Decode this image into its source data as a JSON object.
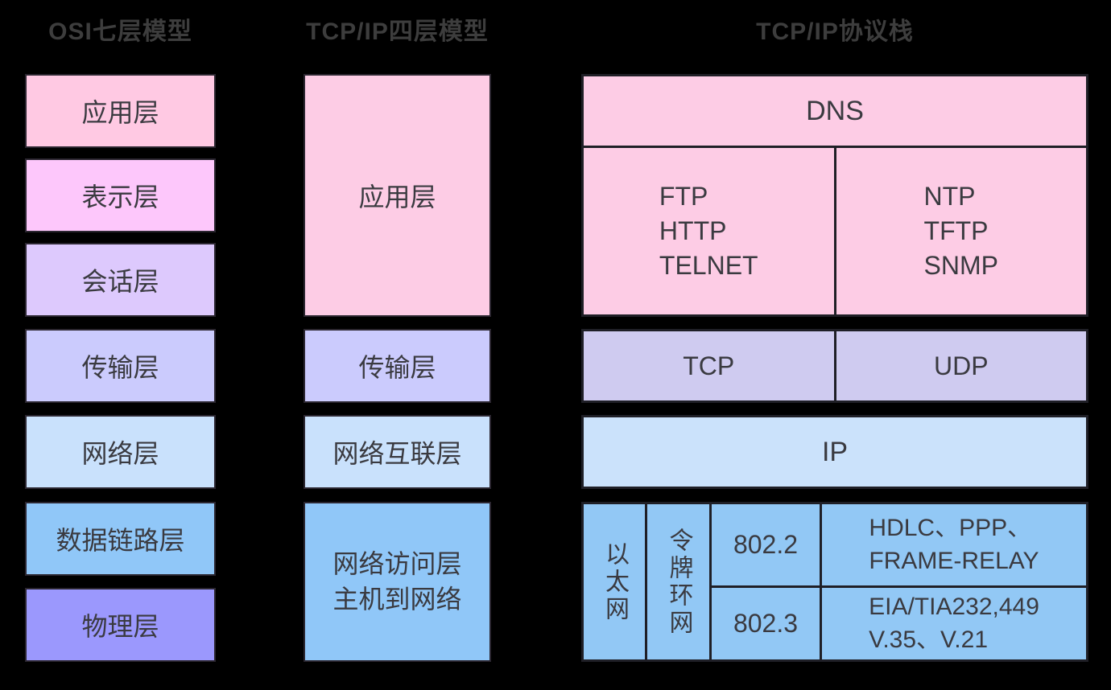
{
  "titles": {
    "osi": "OSI七层模型",
    "tcpip": "TCP/IP四层模型",
    "stack": "TCP/IP协议栈"
  },
  "colors": {
    "background": "#000000",
    "title_text": "#3d3d3d",
    "box_text": "#3a3a40",
    "divider": "#1f1f26"
  },
  "osi_layers": [
    {
      "label": "应用层",
      "color": "#ffc9e3"
    },
    {
      "label": "表示层",
      "color": "#fdc7fb"
    },
    {
      "label": "会话层",
      "color": "#ddc9fd"
    },
    {
      "label": "传输层",
      "color": "#cbcbfd"
    },
    {
      "label": "网络层",
      "color": "#c9e1fc"
    },
    {
      "label": "数据链路层",
      "color": "#90c7f8"
    },
    {
      "label": "物理层",
      "color": "#9b98fd"
    }
  ],
  "tcpip_layers": [
    {
      "label": "应用层",
      "color": "#fdcce5"
    },
    {
      "label": "传输层",
      "color": "#cbcbfd"
    },
    {
      "label": "网络互联层",
      "color": "#c9e1fc"
    },
    {
      "label": "网络访问层\n主机到网络",
      "color": "#90c7f8"
    }
  ],
  "stack": {
    "app_block_color": "#fdcce5",
    "dns": "DNS",
    "app_left": "FTP\nHTTP\nTELNET",
    "app_right": "NTP\nTFTP\nSNMP",
    "transport_color": "#cfcbf0",
    "tcp": "TCP",
    "udp": "UDP",
    "ip_color": "#cbe2fb",
    "ip": "IP",
    "link_block_color": "#92c8f5",
    "ethernet": "以太网",
    "token_ring": "令牌环网",
    "ieee_802_2": "802.2",
    "ieee_802_3": "802.3",
    "wan_serial_top": "HDLC、PPP、\nFRAME-RELAY",
    "wan_serial_bottom": "EIA/TIA232,449\nV.35、V.21"
  }
}
